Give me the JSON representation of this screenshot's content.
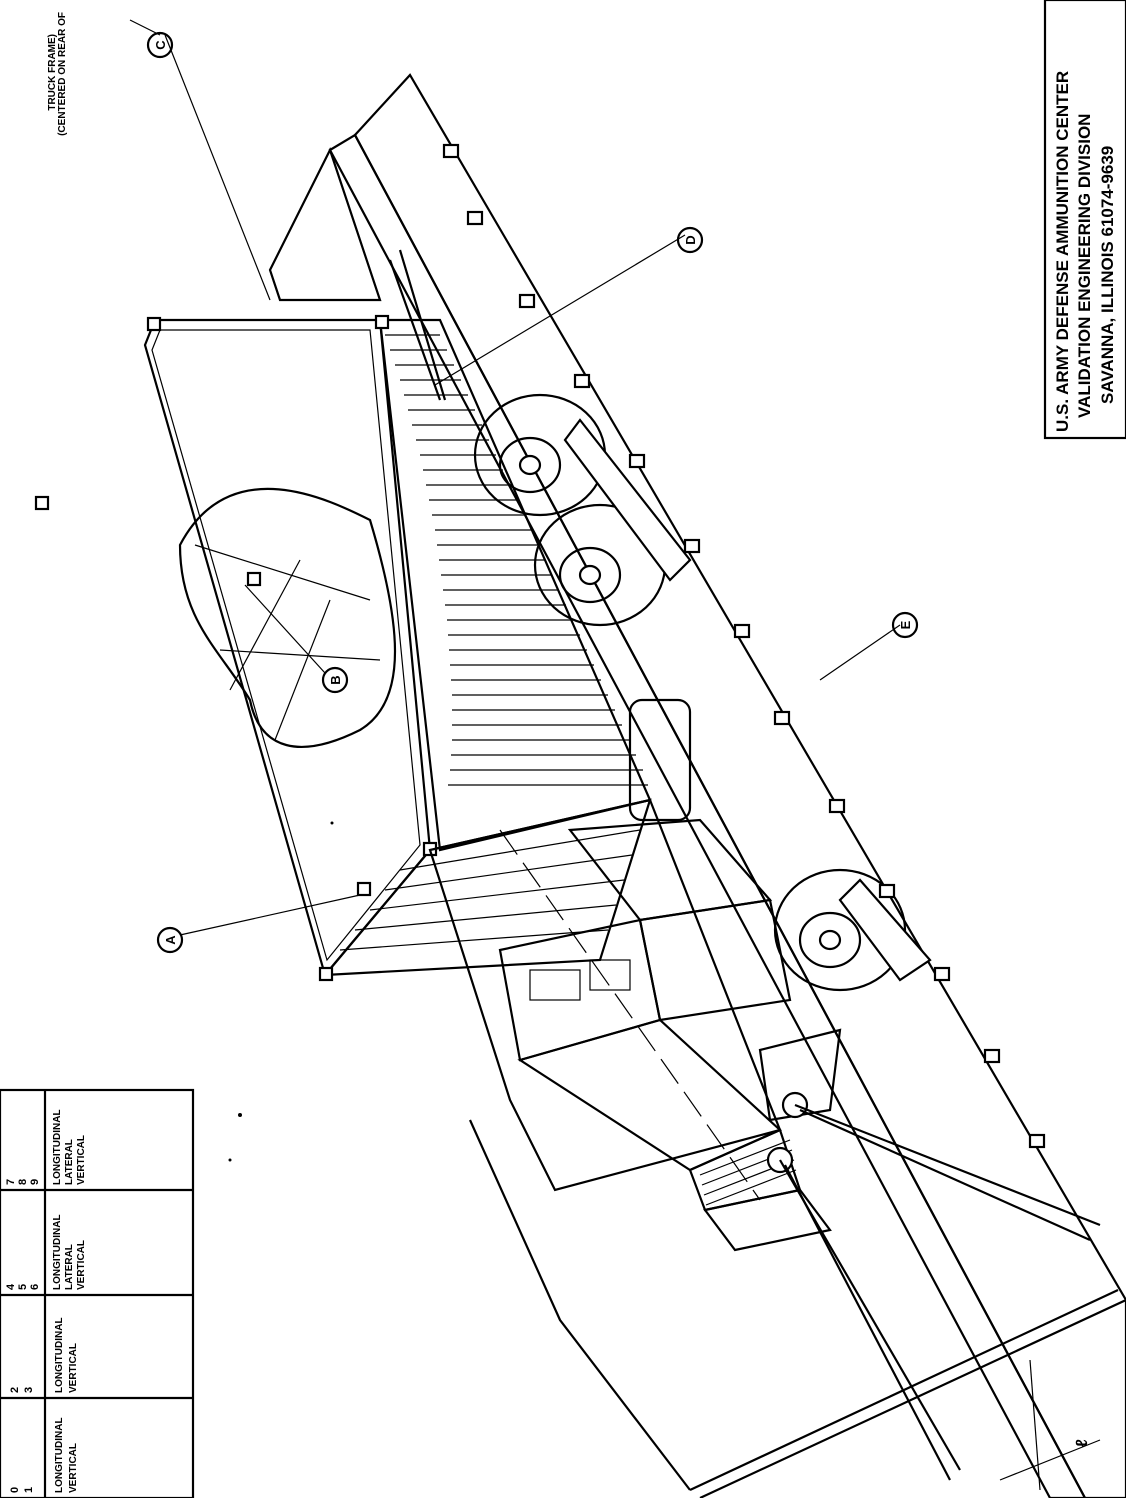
{
  "title_block": {
    "line1": "U.S. ARMY DEFENSE AMMUNITION CENTER",
    "line2": "VALIDATION ENGINEERING DIVISION",
    "line3": "SAVANNA, ILLINOIS 61074-9639"
  },
  "callouts": {
    "a": "A",
    "b": "B",
    "c": "C",
    "c_note_1": "(CENTERED ON REAR OF",
    "c_note_2": "TRUCK FRAME)",
    "d": "D",
    "e": "E",
    "centerline": "ℓ"
  },
  "legend": [
    {
      "nums": [
        "7",
        "8",
        "9"
      ],
      "labels": [
        "LONGITUDINAL",
        "LATERAL",
        "VERTICAL"
      ]
    },
    {
      "nums": [
        "4",
        "5",
        "6"
      ],
      "labels": [
        "LONGITUDINAL",
        "LATERAL",
        "VERTICAL"
      ]
    },
    {
      "nums": [
        "2",
        "3"
      ],
      "labels": [
        "LONGITUDINAL",
        "VERTICAL"
      ]
    },
    {
      "nums": [
        "0",
        "1"
      ],
      "labels": [
        "LONGITUDINAL",
        "VERTICAL"
      ]
    }
  ]
}
